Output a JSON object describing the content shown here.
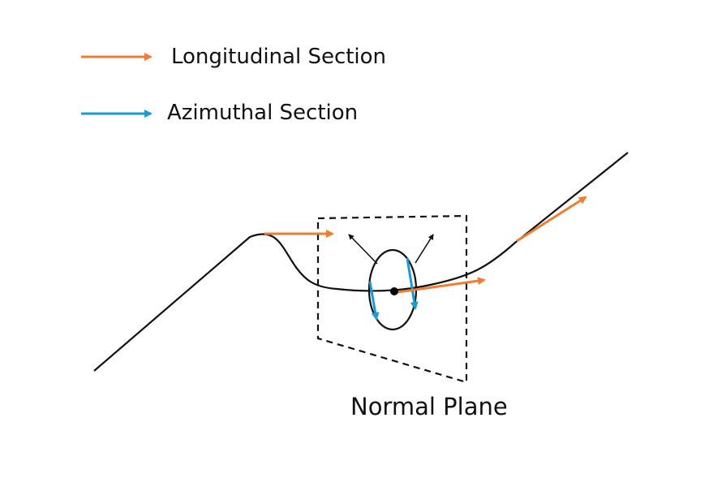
{
  "legend": {
    "items": [
      {
        "label": "Longitudinal Section",
        "color": "#ED7D31"
      },
      {
        "label": "Azimuthal Section",
        "color": "#1A9AD6"
      }
    ]
  },
  "diagram": {
    "plane_label": "Normal Plane",
    "colors": {
      "curve": "#111111",
      "plane_outline": "#111111",
      "point": "#000000",
      "normal_vectors": "#111111"
    }
  }
}
